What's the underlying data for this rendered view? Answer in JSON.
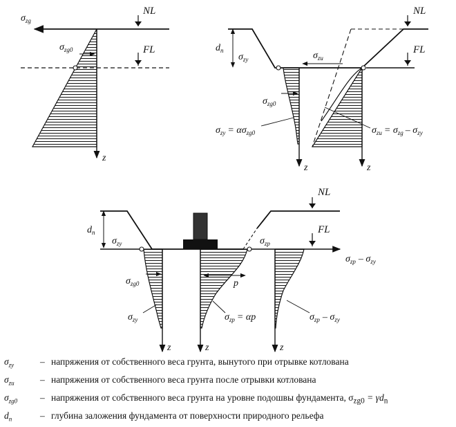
{
  "labels": {
    "nl": "NL",
    "fl": "FL",
    "sigma": "σ",
    "z": "z",
    "dn_d": "d",
    "dn_n": "n",
    "p": "p",
    "sub_zg": "zg",
    "sub_zg0": "zg0",
    "sub_zy": "zy",
    "sub_zu": "zu",
    "sub_zp": "zp",
    "eq_zy_rhs": "= ασ",
    "eq_zu_rhs_a": "= σ",
    "eq_zu_rhs_b": "– σ",
    "eq_zp_rhs": "= αp",
    "minus": "– σ"
  },
  "legend": [
    {
      "sym": "σ",
      "sub": "zy",
      "dash": "–",
      "text": "напряжения от собственного веса грунта, вынутого при отрывке котлована"
    },
    {
      "sym": "σ",
      "sub": "zu",
      "dash": "–",
      "text": "напряжения от собственного веса грунта после отрывки котлована"
    },
    {
      "sym": "σ",
      "sub": "zg0",
      "dash": "–",
      "text": "напряжения от собственного веса грунта на уровне подошвы фундамента, σ",
      "text_sub": "zg0",
      "text_end": " = γd",
      "text_end_sub": "n"
    },
    {
      "sym": "d",
      "sub": "n",
      "dash": "–",
      "text": "глубина заложения фундамента от поверхности природного рельефа"
    }
  ]
}
